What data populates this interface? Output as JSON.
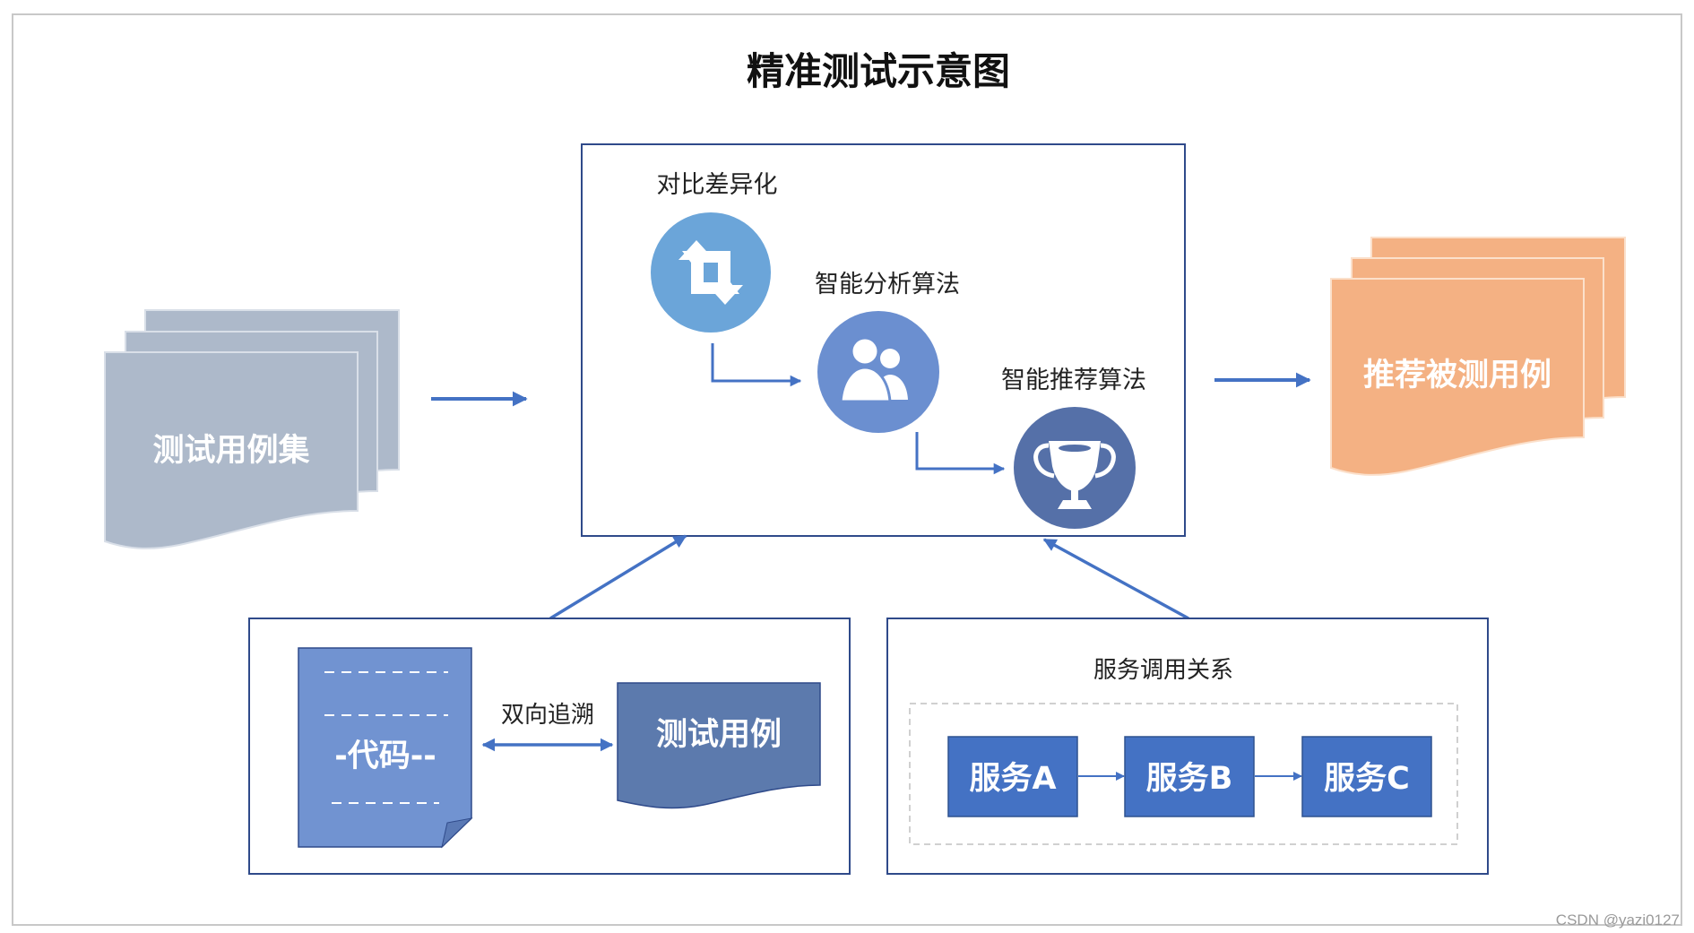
{
  "title": "精准测试示意图",
  "input_docs_label": "测试用例集",
  "output_docs_label": "推荐被测用例",
  "center_steps": [
    "对比差异化",
    "智能分析算法",
    "智能推荐算法"
  ],
  "code_label": "-代码--",
  "trace_label": "双向追溯",
  "testcase_label": "测试用例",
  "service_title": "服务调用关系",
  "services": [
    "服务A",
    "服务B",
    "服务C"
  ],
  "watermark": "CSDN @yazi0127",
  "colors": {
    "gray_doc": "#adb9ca",
    "orange_doc": "#f4b183",
    "step_blue_1": "#5b9bd5",
    "step_blue_2": "#6b8fd0",
    "step_blue_3": "#5570a8",
    "arrow": "#4472c4",
    "service_box": "#4472c4",
    "code_doc": "#7193d1",
    "testcase_doc": "#5c7aad",
    "frame": "#2f4a8a"
  },
  "icons": [
    "retweet-icon",
    "users-icon",
    "trophy-icon"
  ]
}
